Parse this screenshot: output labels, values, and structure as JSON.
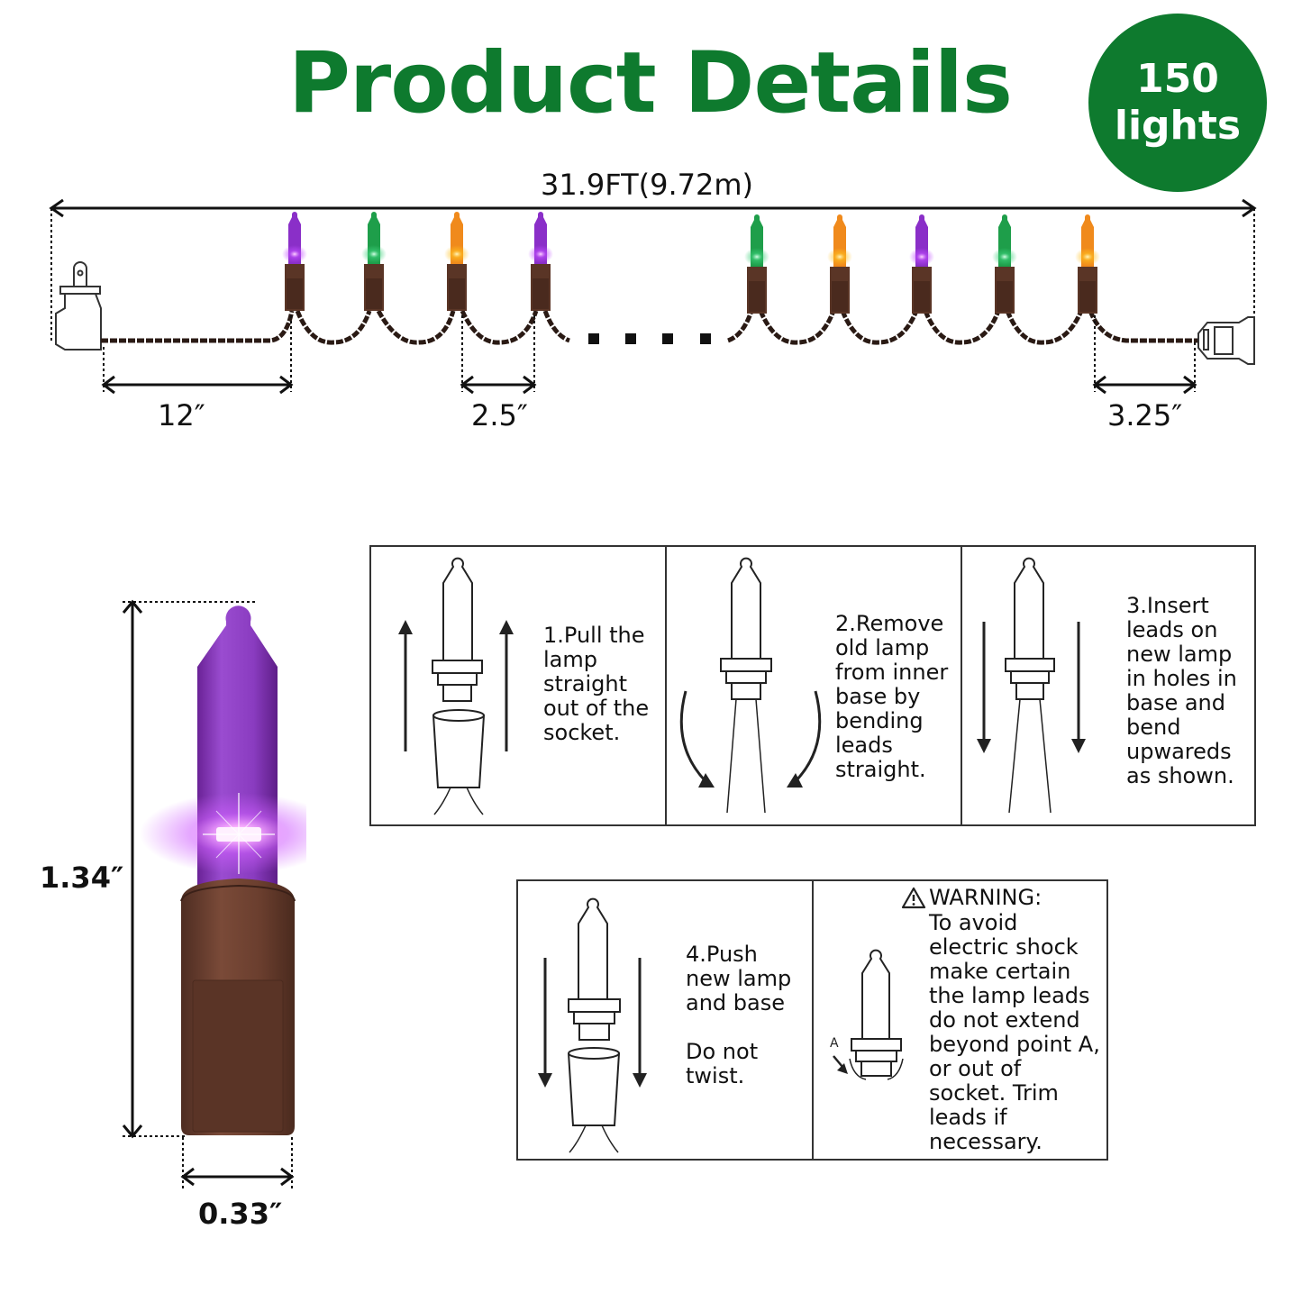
{
  "header": {
    "title": "Product Details",
    "badge": {
      "count": "150",
      "unit": "lights",
      "color": "#0e7a2e"
    }
  },
  "string_diagram": {
    "total_length": "31.9FT(9.72m)",
    "lead_to_first_bulb": "12″",
    "bulb_spacing": "2.5″",
    "last_bulb_to_end": "3.25″",
    "bulb_colors_left": [
      "purple",
      "green",
      "orange",
      "purple"
    ],
    "bulb_colors_right": [
      "green",
      "orange",
      "purple",
      "green",
      "orange"
    ],
    "colors": {
      "purple": "#8a2fc8",
      "green": "#1e9e4a",
      "orange": "#f08a1c",
      "socket": "#5a3526",
      "wire": "#2a1a14"
    }
  },
  "bulb_closeup": {
    "height": "1.34″",
    "width": "0.33″",
    "color": "#8a2fc8"
  },
  "instructions": {
    "steps": [
      {
        "id": 1,
        "text": "1.Pull the\nlamp\nstraight\nout of the\nsocket.",
        "arrows": "up"
      },
      {
        "id": 2,
        "text": "2.Remove\nold lamp\nfrom inner\nbase by\nbending\nleads\nstraight.",
        "arrows": "curved"
      },
      {
        "id": 3,
        "text": "3.Insert\nleads on\nnew lamp\nin holes in\nbase and\nbend\nupwareds\nas shown.",
        "arrows": "down"
      },
      {
        "id": 4,
        "text": "4.Push\nnew lamp\nand base\n\nDo not\ntwist.",
        "arrows": "down"
      }
    ],
    "warning": {
      "icon": "warning-triangle-icon",
      "heading": "WARNING:",
      "text": "To avoid\nelectric shock\nmake certain\nthe lamp leads\ndo not extend\nbeyond point A,\nor out of\nsocket. Trim\nleads if\nnecessary.",
      "point_label": "A"
    }
  }
}
